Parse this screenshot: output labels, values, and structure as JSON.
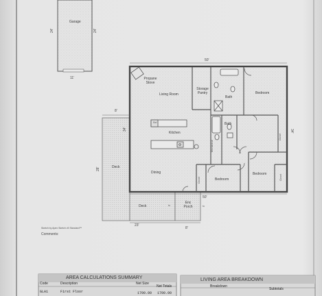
{
  "garage": {
    "label": "Garage",
    "dim_left": "24'",
    "dim_right": "24'",
    "dim_bottom": "11'"
  },
  "house": {
    "dim_top": "50'",
    "dim_right": "34'",
    "dim_left_ext": "8'",
    "dim_left_mid": "34'",
    "dim_bottom": "50'"
  },
  "rooms": {
    "propane_stove": "Propane Stove",
    "living_room": "Living Room",
    "storage_pantry": "Storage Pantry",
    "bath_top": "Bath",
    "bedroom_top": "Bedroom",
    "ref": "Ref",
    "kitchen": "Kitchen",
    "mechanical": "Mechanical",
    "bath_mid": "Bath",
    "closet_right": "Closet",
    "dining": "Dining",
    "closet_bottom": "Closet",
    "bedroom_bottom": "Bedroom",
    "bedroom_right": "Bedroom",
    "closet_right_bottom": "Closet",
    "deck_side": "Deck",
    "deck_bottom": "Deck",
    "to_1": "to",
    "enc_porch": "Enc Porch",
    "to_2": "to"
  },
  "deck": {
    "dim_side": "28'",
    "dim_bottom_a": "23'",
    "dim_bottom_b": "8'"
  },
  "footer": {
    "sketch_credit": "Sketch by Apex Sketch v5 Standard™",
    "comments": "Comments:"
  },
  "area_calc": {
    "title": "AREA CALCULATIONS SUMMARY",
    "headers": [
      "Code",
      "Description",
      "Net Size",
      "Net Totals"
    ],
    "row": [
      "GLA1",
      "First Floor",
      "1700.00",
      "1700.00"
    ]
  },
  "living_area": {
    "title": "LIVING AREA BREAKDOWN",
    "headers": [
      "Breakdown",
      "Subtotals"
    ]
  }
}
